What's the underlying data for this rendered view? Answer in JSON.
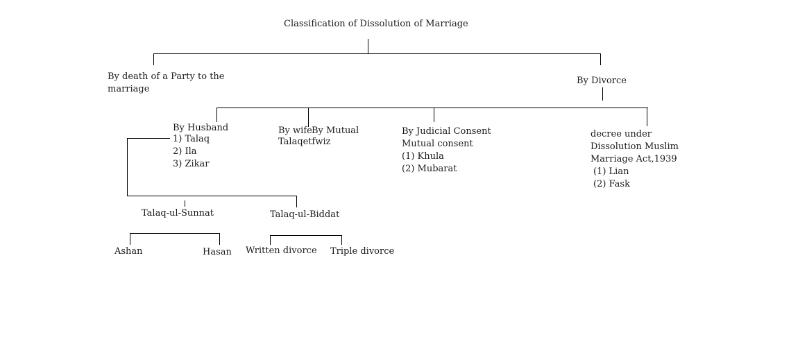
{
  "title": "Classification of Dissolution of Marriage",
  "level1": {
    "death": [
      "By death of a Party to the",
      "marriage"
    ],
    "divorce": "By Divorce"
  },
  "level2": {
    "husband": {
      "label": "By Husband",
      "items": [
        "1) Talaq",
        "2) Ila",
        "3) Zikar"
      ]
    },
    "wife": {
      "label": "By wife",
      "detail": "Talaqetfwiz"
    },
    "mutual": {
      "label": "By Mutual"
    },
    "judicial": {
      "label": "By Judicial Consent",
      "detail": "Mutual consent",
      "items": [
        "(1) Khula",
        "(2) Mubarat"
      ]
    },
    "decree": {
      "lines": [
        "decree under",
        "Dissolution Muslim",
        "Marriage Act,1939"
      ],
      "items": [
        "(1) Lian",
        "(2) Fask"
      ]
    }
  },
  "level3": {
    "sunnat": "Talaq-ul-Sunnat",
    "biddat": "Talaq-ul-Biddat"
  },
  "level4": {
    "ashan": "Ashan",
    "hasan": "Hasan",
    "written": "Written divorce",
    "triple": "Triple divorce"
  }
}
